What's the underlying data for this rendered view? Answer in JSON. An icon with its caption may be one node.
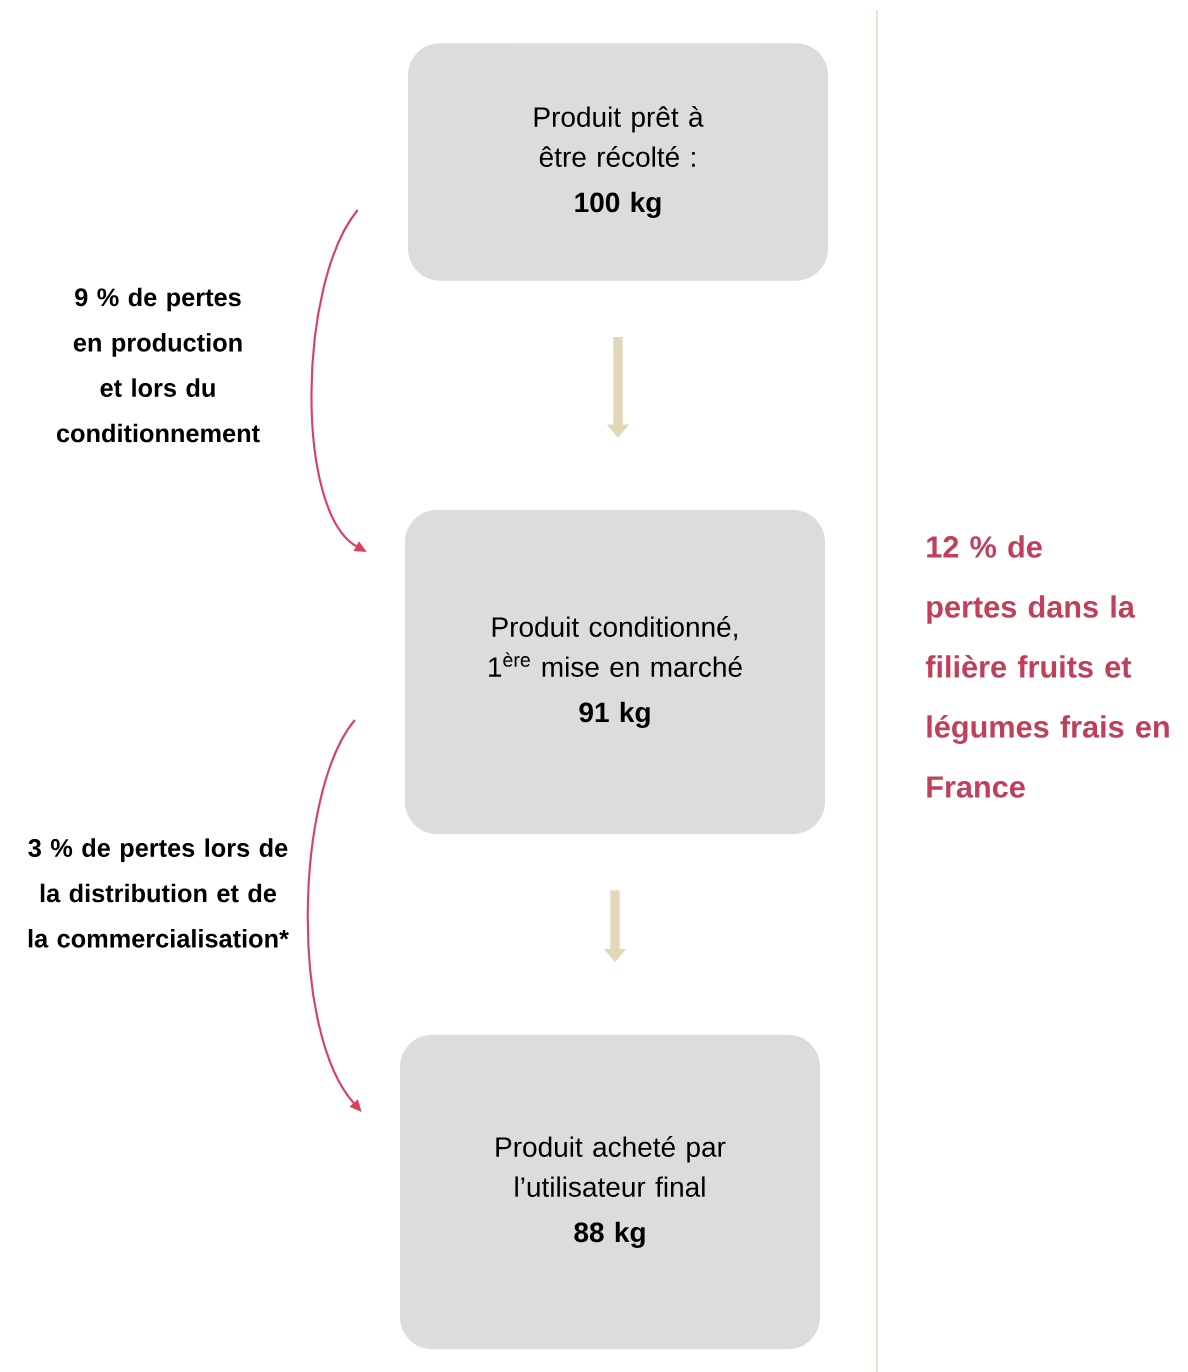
{
  "diagram": {
    "nodes": [
      {
        "text": [
          "Produit prêt à être récolté :",
          "100 kg"
        ]
      },
      {
        "text": [
          "Produit conditionné, 1$^{ère}$ mise en marché",
          "91 kg"
        ]
      },
      {
        "text": [
          "Produit acheté par l’utilisateur final",
          "88 kg"
        ]
      }
    ],
    "edges": [
      {
        "from": 0,
        "to": 1,
        "arrow": "to",
        "color": "#e0d8b8",
        "style": "thick"
      },
      {
        "from": 1,
        "to": 2,
        "arrow": "to",
        "color": "#e0d8b8",
        "style": "thick"
      },
      {
        "from": 0,
        "to": 1,
        "arrow": "to",
        "label": "9 % de pertes en production et lors du conditionnement",
        "color": "#d9415f"
      },
      {
        "from": 1,
        "to": 2,
        "arrow": "to",
        "label": "3 % de pertes lors de la distribution et de la commercialisation*",
        "color": "#d9415f"
      }
    ],
    "labels": [
      "12 % de pertes dans la filière fruits et légumes frais en France"
    ]
  }
}
